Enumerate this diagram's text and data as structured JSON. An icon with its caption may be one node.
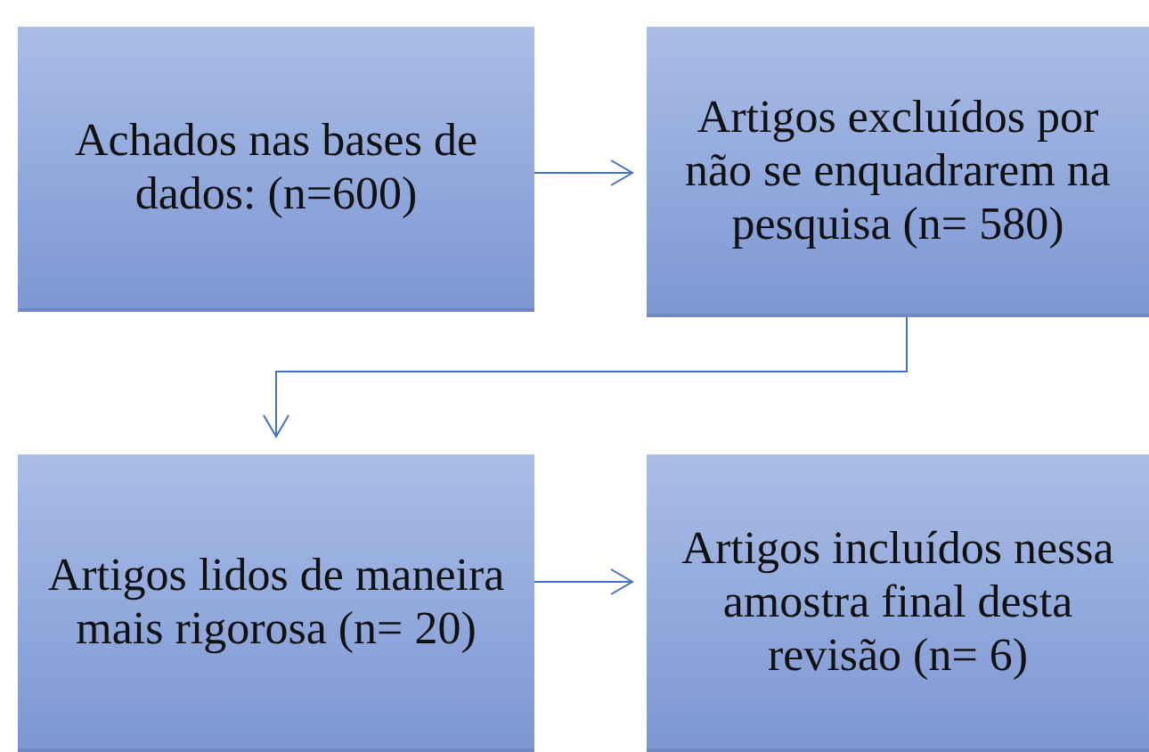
{
  "diagram": {
    "nodes": [
      {
        "text": [
          "Achados nas bases de dados: (n=600)"
        ]
      },
      {
        "text": [
          "Artigos excluídos por não se enquadrarem na pesquisa (n= 580)"
        ]
      },
      {
        "text": [
          "Artigos lidos de maneira mais rigorosa (n= 20)"
        ]
      },
      {
        "text": [
          "Artigos incluídos nessa amostra final desta revisão (n= 6)"
        ]
      }
    ],
    "edges": [
      {
        "from": 0,
        "to": 1,
        "arrow": "to"
      },
      {
        "from": 1,
        "to": 2,
        "arrow": "to"
      },
      {
        "from": 2,
        "to": 3,
        "arrow": "to"
      }
    ]
  }
}
